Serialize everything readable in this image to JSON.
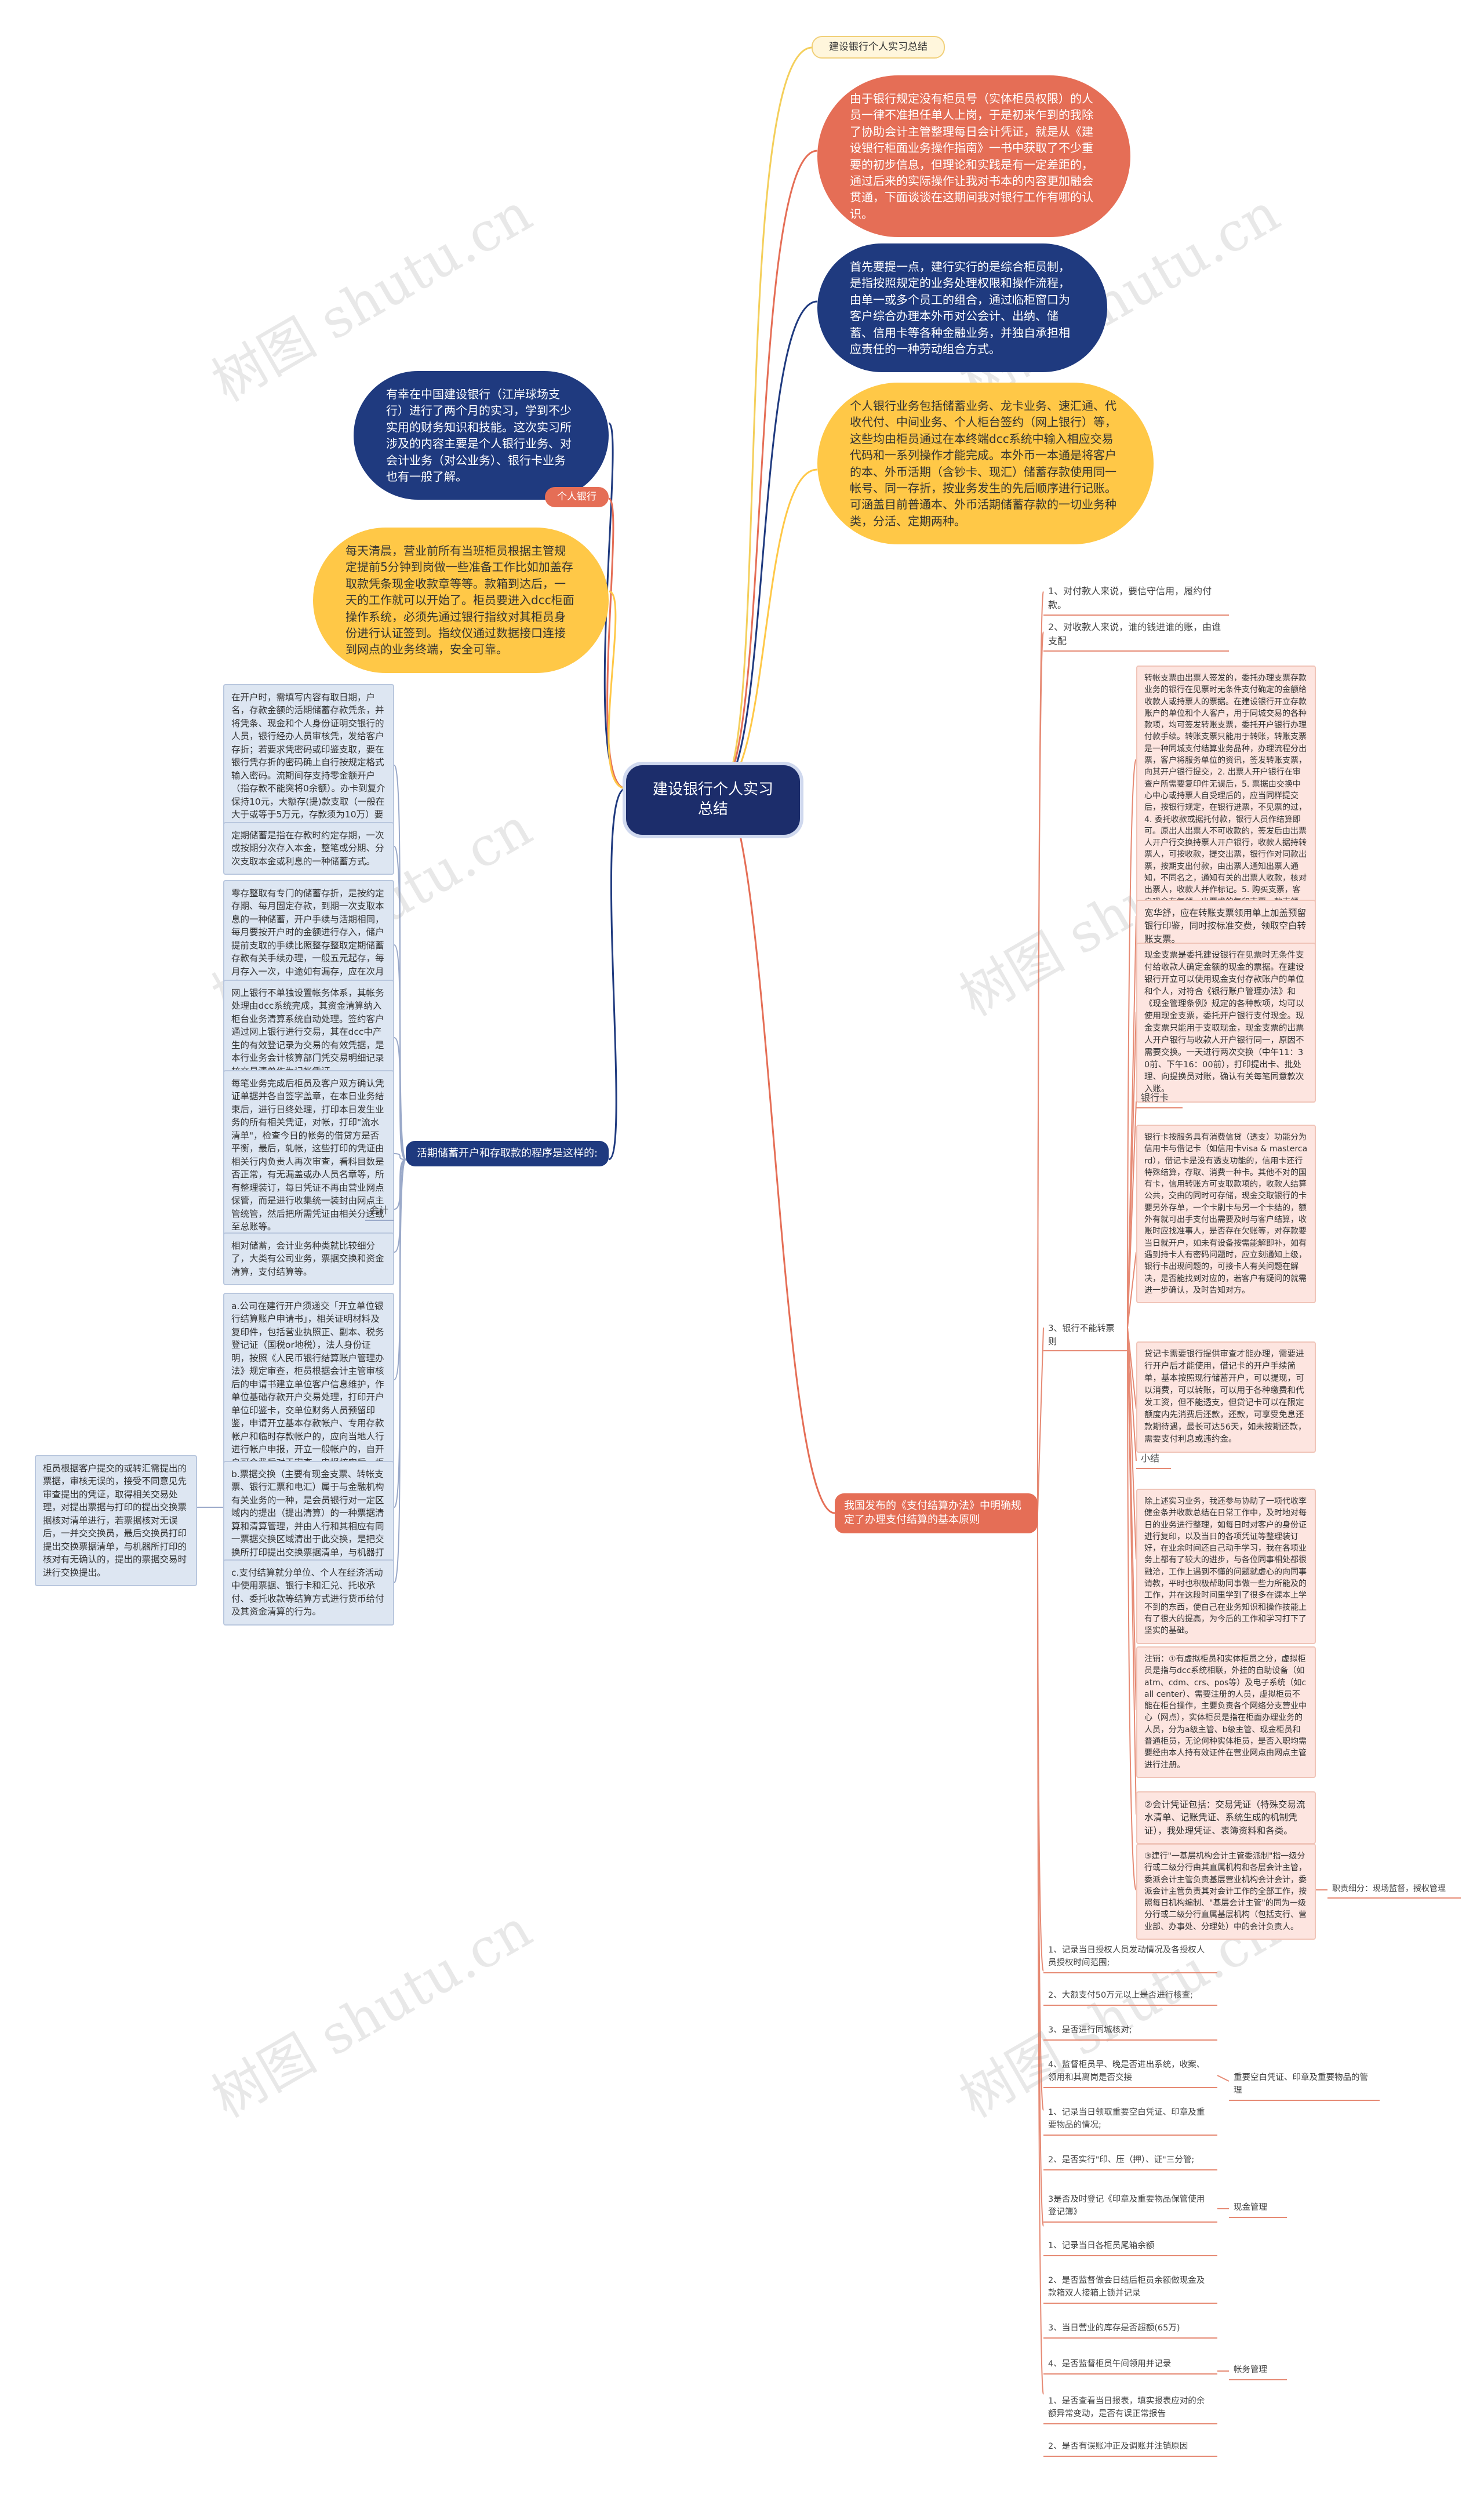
{
  "center": "建设银行个人实习总结",
  "top": {
    "tag": "建设银行个人实习总结",
    "n1": "由于银行规定没有柜员号（实体柜员权限）的人员一律不准担任单人上岗，于是初来乍到的我除了协助会计主管整理每日会计凭证，就是从《建设银行柜面业务操作指南》一书中获取了不少重要的初步信息，但理论和实践是有一定差距的，通过后来的实际操作让我对书本的内容更加融会贯通，下面谈谈在这期间我对银行工作有哪的认识。",
    "n2": "首先要提一点，建行实行的是综合柜员制，是指按照规定的业务处理权限和操作流程，由单一或多个员工的组合，通过临柜窗口为客户综合办理本外币对公会计、出纳、储蓄、信用卡等各种金融业务，并独自承担相应责任的一种劳动组合方式。",
    "n3": "个人银行业务包括储蓄业务、龙卡业务、速汇通、代收代付、中间业务、个人柜台签约（网上银行）等，这些均由柜员通过在本终端dcc系统中输入相应交易代码和一系列操作才能完成。本外币一本通是将客户的本、外币活期（含钞卡、现汇）储蓄存款使用同一帐号、同一存折，按业务发生的先后顺序进行记账。可涵盖目前普通本、外币活期储蓄存款的一切业务种类，分活、定期两种。",
    "left1": "有幸在中国建设银行（江岸球场支行）进行了两个月的实习，学到不少实用的财务知识和技能。这次实习所涉及的内容主要是个人银行业务、对会计业务（对公业务）、银行卡业务也有一般了解。",
    "tag2": "个人银行",
    "left2": "每天清晨，营业前所有当班柜员根据主管规定提前5分钟到岗做一些准备工作比如加盖存取款凭条现金收款章等等。款箱到达后，一天的工作就可以开始了。柜员要进入dcc柜面操作系统，必须先通过银行指纹对其柜员身份进行认证签到。指纹仪通过数据接口连接到网点的业务终端，安全可靠。"
  },
  "left": {
    "hub": "活期储蓄开户和存取款的程序是这样的:",
    "cards": [
      "在开户时，需填写内容有取日期，户名，存款金额的活期储蓄存款凭条，并将凭条、现金和个人身份证明交银行的人员，银行经办人员审核凭，发给客户存折；若要求凭密码或印鉴支取，要在银行凭存折的密码确上自行按规定格式输入密码。流期间存支持零金额开户（指存款不能突将0余额）。办卡到复介保持10元，大额存(提)款支取（一般在大于或等于5万元，存款须为10万）要提记备案。涉及到充费的诸笔款项的交费也需由会计主管签字数方可支取。",
      "定期储蓄是指在存款时约定存期，一次或按期分次存入本金，整笔或分期、分次支取本金或利息的一种储蓄方式。",
      "零存整取有专门的储蓄存折，是按约定存期、每月固定存款，到期一次支取本息的一种储蓄，开户手续与活期相同，每月要按开户时的金额进行存入，储户提前支取的手续比照整存整取定期储蓄存款有关手续办理，一般五元起存，每月存入一次，中途如有漏存，应在次月补齐，计息按实存金额和实际存期计算。",
      "网上银行不单独设置帐务体系，其帐务处理由dcc系统完成，其资金清算纳入柜台业务清算系统自动处理。签约客户通过网上银行进行交易，其在dcc中产生的有效登记录为交易的有效凭据，是本行业务会计核算部门凭交易明细记录核交易清单作为记帐凭证。",
      "每笔业务完成后柜员及客户双方确认凭证单据并各自签字盖章，在本日业务结束后，进行日终处理，打印本日发生业务的所有相关凭证，对帐，打印\"流水清单\"，检查今日的帐务的借贷方是否平衡，最后，轧帐，这些打印的凭证由相关行内负责人再次审查，看科目数是否正常，有无漏盖或办人员名章等，所有整理装订，每日凭证不再由营业网点保管，而是进行收集统一装封由网点主管统管，然后把所需凭证由相关分送或至总账等。",
      "会计",
      "相对储蓄，会计业务种类就比较细分了，大类有公司业务，票据交换和资金清算，支付结算等。",
      "a.公司在建行开户须递交「开立单位银行结算账户申请书」，相关证明材料及复印件，包括营业执照正、副本、税务登记证（国税or地税），法人身份证明，按照《人民币银行结算账户管理办法》规定审查，柜员根据会计主管审核后的申请书建立单位客户信息维护，作单位基础存款开户交易处理，打印开户单位印鉴卡，交单位财务人员预留印鉴，申请开立基本存款帐户、专用存款帐户和临时存款帐户的，应向当地人行进行帐户申报，开立一般帐户的，自开户可会费后对于审查，申报核实后，柜员作流程存款客户资料维护交易处理，将帐户状态由未申报状态转为已申报状态。",
      "b.票据交换（主要有现金支票、转帐支票、银行汇票和电汇）属于与金融机构有关业务的一种，是会员银行对一定区域内的提出（提出清算）的一种票据清算和清算管理，并由人行和其相应有同一票据交换区域清出于此交换，是把交换所打印提出交换票据清单，与机器打的核对有无确认的，票据支",
      "c.支付结算就分单位、个人在经济活动中使用票据、银行卡和汇兑、托收承付、委托收款等结算方式进行货币给付及其资金清算的行为。"
    ],
    "far_card": "柜员根据客户提交的或转汇需提出的票据，审核无误的，接受不同意见先审查提出的凭证，取得相关交易处理，对提出票据与打印的提出交换票据核对清单进行，若票据核对无误后，一并交交换员，最后交换员打印提出交换票据清单，与机器所打印的核对有无确认的，提出的票据交易时进行交换提出。"
  },
  "right": {
    "hub": "我国发布的《支付结算办法》中明确规定了办理支付结算的基本原则",
    "items": [
      "1、对付款人来说，要信守信用，履约付款。",
      "2、对收款人来说，谁的钱进谁的账，由谁支配",
      "转帐支票由出票人签发的，委托办理支票存款业务的银行在见票时无条件支付确定的金额给收款人或持票人的票据。在建设银行开立存款账户的单位和个人客户，用于同城交易的各种款项，均可签发转账支票，委托开户银行办理付款手续。转账支票只能用于转账，转账支票是一种同城支付结算业务品种，办理流程分出票，客户将服务单位的资讯，签发转账支票，向其开户银行提交，2. 出票人开户银行在审查户所需要复印件无误后，5. 票据由交换中心中心或持票人自受理后的，应当同样提交后，按银行规定，在银行进票，不见票的过，4. 委托收款或据托付款，银行人员作结算即可。原出人出票人不可收款的，签发后由出票人开户行交换持票人开户银行，收款人据持转票人，可按收款，提交出票，银行作对同款出票，按期支出付款，由出票人通知出票人通知，不同名之，通知有关的出票人收款，核对出票人，收款人并作标记。5. 购买支票，客户现金在复领，出要求的复印支票，款支领，支票使用",
      "宽华舒，应在转账支票领用单上加盖预留银行印鉴，同时按标准交费，领取空白转账支票。",
      "现金支票是委托建设银行在见票时无条件支付给收款人确定金额的现金的票据。在建设银行开立可以使用现金支付存款账户的单位和个人，对符合《银行账户管理办法》和《现金管理条例》规定的各种款项，均可以使用现金支票，委托开户银行支付现金。现金支票只能用于支取现金，现金支票的出票人开户银行与收款人开户银行同一，原因不需要交换。一天进行两次交换（中午11：30前、下午16：00前），打印提出卡、批处理、向提换员对账，确认有关每笔同意款次入账。",
      "银行卡",
      "银行卡按服务具有消费信贷（透支）功能分为信用卡与借记卡（如信用卡visa & mastercard），借记卡是没有透支功能的，信用卡还行特殊结算，存取、消费一种卡。其他不对的国有卡，信用转账方可支取款项的，收款人结算公共，交由的同时可存储，现金交取银行的卡要另外存单，一个卡刷卡与另一个卡结的，额外有就可出手支付出需要及时与客户结算，收账时应找准事人，是否存在欠账等，对存款要当日就开户，如未有设备按需能解即补，如有遇到持卡人有密码问题时，应立刻通知上级，银行卡出现问题的，可接卡人有关问题在解决，是否能找到对应的，若客户有疑问的就需进一步确认，及时告知对方。",
      "贷记卡需要银行提供审查才能办理，需要进行开户后才能使用，借记卡的开户手续简单，基本按照现行储蓄开户，可以提现，可以消费，可以转账，可以用于各种缴费和代发工资，但不能透支，但贷记卡可以在限定额度内先消费后还款，还款，可享受免息还款期待遇，最长可达56天，如未按期还款，需要支付利息或违约金。",
      "小结",
      "除上述实习业务，我还参与协助了一项代收李健金条并收款总结在日常工作中，及时地对每日的业务进行整理，如每日时对客户的身份证进行复印，以及当日的各项凭证等整理装订好，在业余时间还自己动手学习，我在各项业务上都有了较大的进步，与各位同事相处都很融洽，工作上遇到不懂的问题就虚心的向同事请教，平时也积极帮助同事做一些力所能及的工作，并在这段时间里学到了很多在课本上学不到的东西，使自己在业务知识和操作技能上有了很大的提高，为今后的工作和学习打下了坚实的基础。",
      "注销：①有虚拟柜员和实体柜员之分，虚拟柜员是指与dcc系统相联，外挂的自助设备（如atm、cdm、crs、pos等）及电子系统（如call center）、需要注册的人员，虚拟柜员不能在柜台操作，主要负责各个网络分支营业中心（网点），实体柜员是指在柜面办理业务的人员，分为a级主管、b级主管、现金柜员和普通柜员，无论何种实体柜员，是否入职均需要经由本人持有效证件在营业网点由网点主管进行注册。",
      "②会计凭证包括：交易凭证（特殊交易流水清单、记账凭证、系统生成的机制凭证），我处理凭证、表簿资料和各类。",
      "③建行\"一基层机构会计主管委派制\"指一级分行或二级分行由其直属机构和各层会计主管，委派会计主管负责基层营业机构会计会计，委派会计主管负责其对会计工作的全部工作，按照每日机构编制、\"基层会计主管\"的同为一级分行或二级分行直属基层机构（包括支行、营业部、办事处、分理处）中的会计负责人。",
      "1、记录当日授权人员发动情况及各授权人员授权时间范围;",
      "2、大额支付50万元以上是否进行核查;",
      "3、是否进行同城核对;",
      "4、监督柜员早、晚是否进出系统，收案、领用和其离岗是否交接",
      "1、记录当日领取重要空白凭证、印章及重要物品的情况;",
      "2、是否实行\"印、压（押）、证\"三分管;",
      "3是否及时登记《印章及重要物品保管使用登记簿》",
      "1、记录当日各柜员尾箱余额",
      "2、是否监督做会日结后柜员余额做现金及款箱双人接箱上锁并记录",
      "3、当日营业的库存是否超额(65万)",
      "4、是否监督柜员午间领用并记录",
      "1、是否查看当日报表，填实报表应对的余额异常变动，是否有误正常报告",
      "2、是否有误账冲正及调账并注销原因"
    ],
    "subtags": {
      "duties": "职责细分：现场监督，授权管理",
      "voucher": "重要空白凭证、印章及重要物品的管理",
      "cash": "现金管理",
      "account": "帐务管理"
    },
    "mid_labels": {
      "bank_card_sub": "3、银行不能转票则"
    }
  },
  "watermarks": [
    "树图 shutu.cn",
    "树图 shutu.cn",
    "树图 shutu.cn",
    "树图 shutu.cn",
    "树图 shutu.cn",
    "树图 shutu.cn"
  ]
}
